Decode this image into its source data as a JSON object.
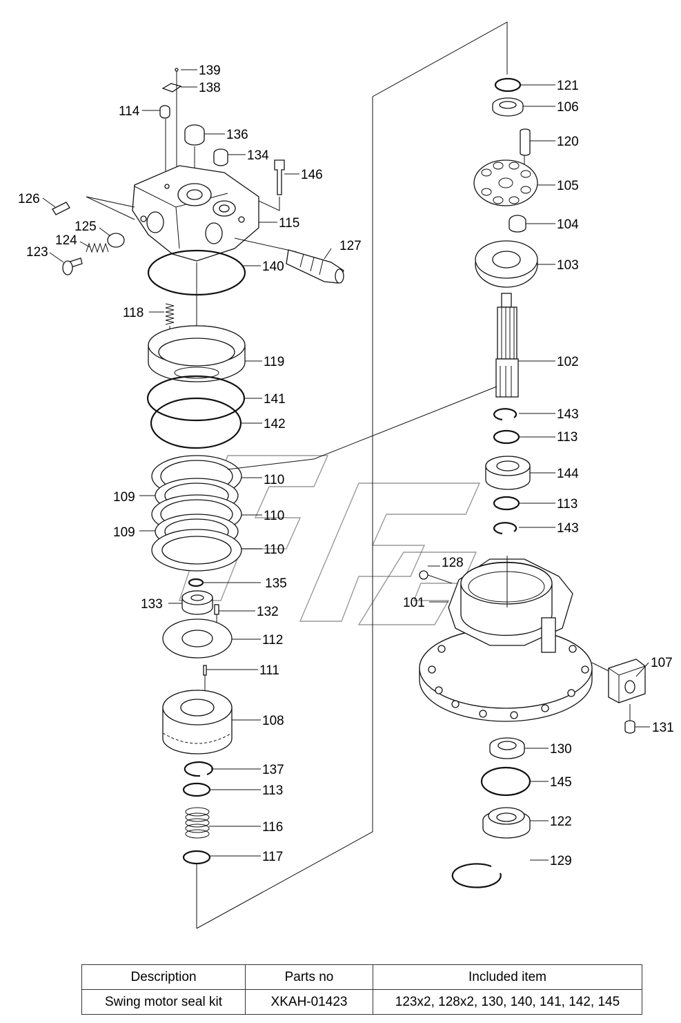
{
  "callouts": {
    "c139": "139",
    "c138": "138",
    "c114": "114",
    "c136": "136",
    "c134": "134",
    "c146": "146",
    "c126": "126",
    "c115": "115",
    "c125": "125",
    "c124": "124",
    "c127": "127",
    "c123": "123",
    "c140": "140",
    "c118": "118",
    "c119": "119",
    "c141": "141",
    "c142": "142",
    "c110a": "110",
    "c109a": "109",
    "c110b": "110",
    "c109b": "109",
    "c110c": "110",
    "c135": "135",
    "c133": "133",
    "c132": "132",
    "c112": "112",
    "c111": "111",
    "c108": "108",
    "c137": "137",
    "c113a": "113",
    "c116": "116",
    "c117": "117",
    "c121": "121",
    "c106": "106",
    "c120": "120",
    "c105": "105",
    "c104": "104",
    "c103": "103",
    "c102": "102",
    "c143a": "143",
    "c113b": "113",
    "c144": "144",
    "c113c": "113",
    "c143b": "143",
    "c128": "128",
    "c101": "101",
    "c107": "107",
    "c131": "131",
    "c130": "130",
    "c145": "145",
    "c122": "122",
    "c129": "129"
  },
  "kit_table": {
    "headers": [
      "Description",
      "Parts no",
      "Included item"
    ],
    "row": {
      "description": "Swing motor seal kit",
      "parts_no": "XKAH-01423",
      "included_items": "123x2, 128x2, 130, 140, 141, 142, 145"
    }
  }
}
